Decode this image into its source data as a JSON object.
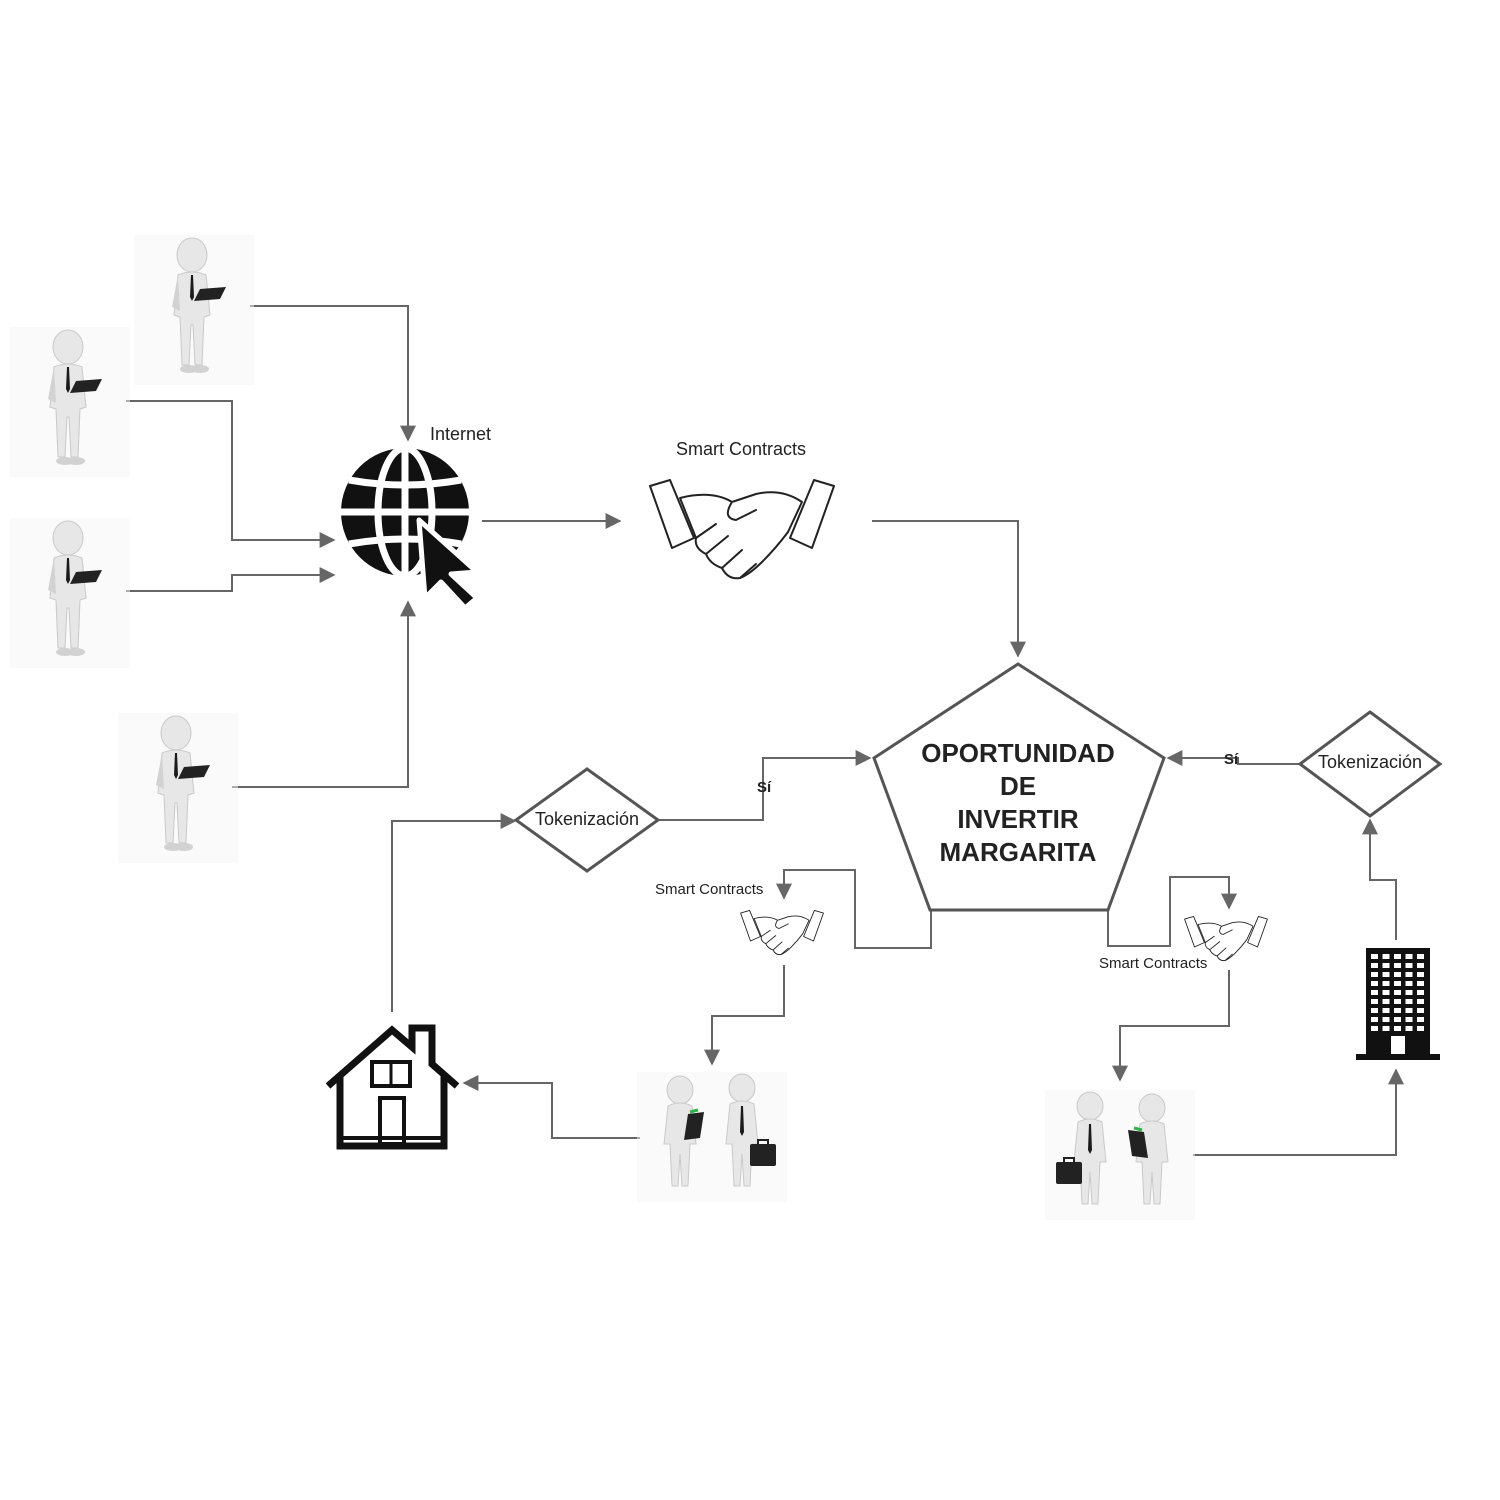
{
  "diagram": {
    "center_title_lines": [
      "OPORTUNIDAD",
      "DE",
      "INVERTIR",
      "MARGARITA"
    ],
    "internet_label": "Internet",
    "smart_contracts_main_label": "Smart Contracts",
    "smart_contracts_left_label": "Smart Contracts",
    "smart_contracts_right_label": "Smart Contracts",
    "tokenization_left_label": "Tokenización",
    "tokenization_right_label": "Tokenización",
    "yes_left_label": "Sí",
    "yes_right_label": "Sí"
  },
  "icons": {
    "globe": "globe-cursor-icon",
    "handshake": "handshake-icon",
    "house": "house-icon",
    "building": "office-building-icon",
    "investor": "person-with-tablet-icon",
    "meeting": "two-businessmen-icon"
  },
  "colors": {
    "connector": "#666666",
    "outline": "#555555",
    "icon_fill": "#111111"
  }
}
